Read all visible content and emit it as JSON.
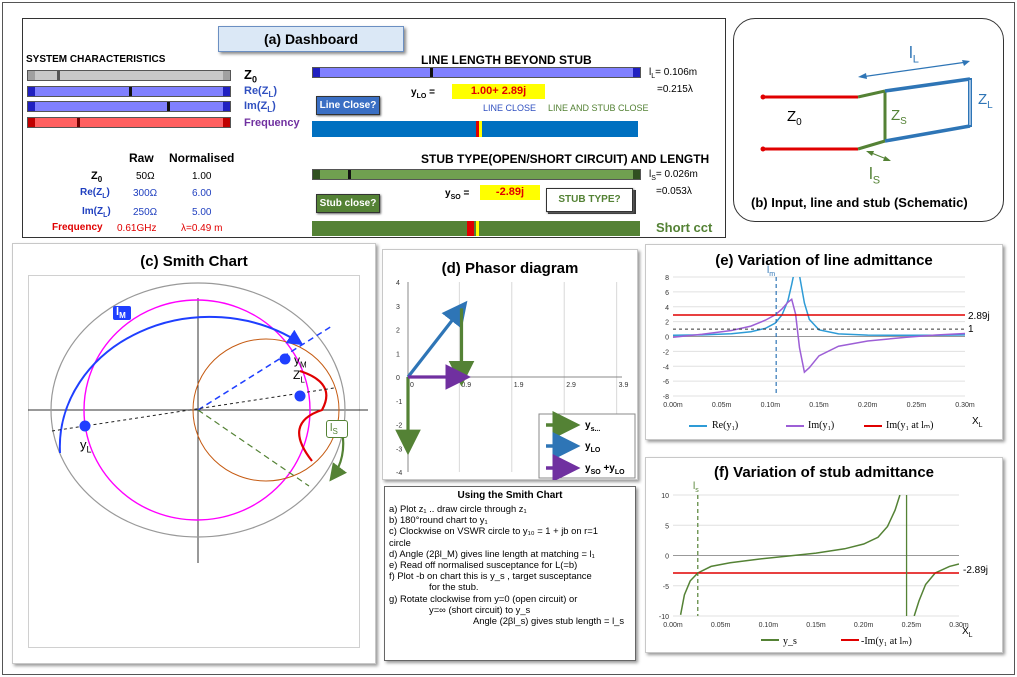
{
  "dashboard": {
    "title": "(a) Dashboard",
    "system_heading": "SYSTEM CHARACTERISTICS",
    "slider_labels": {
      "z0": "Z",
      "z0_sub": "0",
      "rezl": "Re(Z",
      "rezl_sub": "L",
      "imzl": "Im(Z",
      "imzl_sub": "L",
      "close": ")",
      "freq": "Frequency"
    },
    "table": {
      "col_raw": "Raw",
      "col_norm": "Normalised",
      "rows": [
        {
          "name": "Z",
          "sub": "0",
          "tail": "",
          "raw": "50Ω",
          "norm": "1.00",
          "color": "#000000"
        },
        {
          "name": "Re(Z",
          "sub": "L",
          "tail": ")",
          "raw": "300Ω",
          "norm": "6.00",
          "color": "#1f3fbf"
        },
        {
          "name": "Im(Z",
          "sub": "L",
          "tail": ")",
          "raw": "250Ω",
          "norm": "5.00",
          "color": "#1f3fbf"
        },
        {
          "name": "Frequency",
          "sub": "",
          "tail": "",
          "raw": "0.61GHz",
          "norm": "λ=0.49 m",
          "color": "#e00000"
        }
      ]
    },
    "line": {
      "heading": "LINE LENGTH BEYOND STUB",
      "length_label": "l",
      "length_sub": "L",
      "length_value": "= 0.106m",
      "length_lambda": "=0.215λ",
      "ylo_label": "y",
      "ylo_sub": "LO",
      "ylo_eq": "=",
      "ylo_value": "1.00+ 2.89j",
      "button": "Line Close?",
      "status_blue": "LINE CLOSE",
      "status_green": "LINE AND STUB CLOSE"
    },
    "stub": {
      "heading": "STUB TYPE(OPEN/SHORT CIRCUIT) AND LENGTH",
      "length_label": "l",
      "length_sub": "S",
      "length_value": "= 0.026m",
      "length_lambda": "=0.053λ",
      "yso_label": "y",
      "yso_sub": "SO",
      "yso_eq": "=",
      "yso_value": "-2.89j",
      "button": "Stub close?",
      "type_button": "STUB TYPE?",
      "type_value": "Short cct"
    }
  },
  "schematic": {
    "title": "(b) Input, line and stub (Schematic)",
    "z0": "Z",
    "z0_sub": "0",
    "zs": "Z",
    "zs_sub": "S",
    "zl": "Z",
    "zl_sub": "L",
    "ll": "l",
    "ll_sub": "L",
    "ls": "l",
    "ls_sub": "S"
  },
  "smith": {
    "title": "(c) Smith Chart",
    "lm": "l",
    "lm_sub": "M",
    "ym": "y",
    "ym_sub": "M",
    "zl": "Z",
    "zl_sub": "L",
    "yl": "y",
    "yl_sub": "L",
    "ls": "l",
    "ls_sub": "S"
  },
  "phasor": {
    "title": "(d) Phasor diagram",
    "legend": [
      {
        "label": "y",
        "sub": "s...",
        "color": "#548235"
      },
      {
        "label": "y",
        "sub": "LO",
        "color": "#2e75b6"
      },
      {
        "label": "y",
        "sub": "SO",
        "tail": " +y",
        "sub2": "LO",
        "color": "#7030a0"
      }
    ]
  },
  "steps": {
    "title": "Using the Smith Chart",
    "lines": [
      "a) Plot z₁ .. draw circle through z₁",
      "b) 180°round chart to y₁",
      "c) Clockwise on VSWR circle to y₁₀ = 1 + jb on r=1",
      "circle",
      "d) Angle (2βl_M) gives line length at matching = l₁",
      "e) Read off normalised susceptance for L(=b)",
      "f) Plot -b on chart  this is y_s , target susceptance",
      "for the stub.",
      "g) Rotate clockwise from y=0 (open circuit) or",
      "y=∞ (short circuit) to y_s",
      "Angle (2βl_s) gives stub length = l_s"
    ]
  },
  "chart_data": [
    {
      "type": "line",
      "title": "(d) Phasor diagram",
      "xlim": [
        0,
        4
      ],
      "ylim": [
        -4,
        4
      ],
      "x_ticks": [
        "0",
        "0.9",
        "1.9",
        "2.9",
        "3.9"
      ],
      "y_ticks": [
        "4",
        "3",
        "2",
        "1",
        "0",
        "-1",
        "-2",
        "-3",
        "-4"
      ],
      "series": [
        {
          "name": "y_s",
          "from": [
            0,
            0
          ],
          "to": [
            0,
            -2.89
          ],
          "color": "#548235"
        },
        {
          "name": "y_LO",
          "from": [
            0,
            0
          ],
          "to": [
            1.0,
            2.89
          ],
          "color": "#2e75b6"
        },
        {
          "name": "y_LO vertical",
          "from": [
            1.0,
            2.89
          ],
          "to": [
            1.0,
            0
          ],
          "color": "#548235"
        },
        {
          "name": "y_SO + y_LO",
          "from": [
            0,
            0
          ],
          "to": [
            1.0,
            0
          ],
          "color": "#7030a0"
        }
      ]
    },
    {
      "type": "line",
      "title": "(e) Variation of line admittance",
      "xlabel": "X",
      "xlabel_sub": "L",
      "xlim": [
        0,
        0.3
      ],
      "ylim": [
        -8,
        8
      ],
      "x_ticks": [
        "0.00m",
        "0.05m",
        "0.10m",
        "0.15m",
        "0.20m",
        "0.25m",
        "0.30m"
      ],
      "y_ticks": [
        "8",
        "6",
        "4",
        "2",
        "0",
        "-2",
        "-4",
        "-6",
        "-8"
      ],
      "marker_label": "l",
      "marker_sub": "m",
      "marker_x": 0.106,
      "right_labels": [
        "2.89j",
        "1"
      ],
      "legend": [
        "Re(y₁)",
        "Im(y₁)",
        "Im(y₁ at lₘ)"
      ],
      "series": [
        {
          "name": "Re(y₁)",
          "color": "#2e9bd6",
          "x": [
            0,
            0.03,
            0.06,
            0.08,
            0.095,
            0.105,
            0.112,
            0.118,
            0.122,
            0.126,
            0.13,
            0.135,
            0.14,
            0.15,
            0.17,
            0.2,
            0.24,
            0.27,
            0.3
          ],
          "y": [
            0.17,
            0.22,
            0.38,
            0.65,
            1.1,
            1.8,
            2.9,
            4.8,
            7.0,
            9.5,
            8.2,
            4.5,
            2.3,
            0.9,
            0.35,
            0.19,
            0.16,
            0.17,
            0.22
          ]
        },
        {
          "name": "Im(y₁)",
          "color": "#9d5fd6",
          "x": [
            0,
            0.03,
            0.06,
            0.08,
            0.095,
            0.105,
            0.112,
            0.118,
            0.122,
            0.126,
            0.13,
            0.135,
            0.14,
            0.15,
            0.17,
            0.2,
            0.24,
            0.27,
            0.3
          ],
          "y": [
            -0.1,
            0.3,
            0.8,
            1.4,
            2.2,
            2.9,
            3.7,
            4.6,
            5.0,
            3.0,
            -1.5,
            -4.8,
            -4.2,
            -2.6,
            -1.3,
            -0.6,
            -0.1,
            0.2,
            0.4
          ]
        },
        {
          "name": "Im(y₁ at lₘ)",
          "color": "#e00000",
          "x": [
            0,
            0.3
          ],
          "y": [
            2.89,
            2.89
          ]
        },
        {
          "name": "unit reference",
          "color": "#333333",
          "dashed": true,
          "x": [
            0,
            0.3
          ],
          "y": [
            1,
            1
          ]
        }
      ]
    },
    {
      "type": "line",
      "title": "(f) Variation of stub admittance",
      "xlabel": "X",
      "xlabel_sub": "L",
      "xlim": [
        0,
        0.3
      ],
      "ylim": [
        -10,
        10
      ],
      "x_ticks": [
        "0.00m",
        "0.05m",
        "0.10m",
        "0.15m",
        "0.20m",
        "0.25m",
        "0.30m"
      ],
      "y_ticks": [
        "10",
        "5",
        "0",
        "-5",
        "-10"
      ],
      "marker_label": "l",
      "marker_sub": "s",
      "marker_x": 0.026,
      "right_labels": [
        "-2.89j"
      ],
      "legend": [
        "y_s",
        "-Im(y₁ at lₘ)"
      ],
      "series": [
        {
          "name": "y_s",
          "color": "#548235",
          "x": [
            0.008,
            0.012,
            0.018,
            0.026,
            0.04,
            0.06,
            0.09,
            0.12,
            0.15,
            0.18,
            0.2,
            0.215,
            0.225,
            0.233,
            0.238
          ],
          "y": [
            -9.8,
            -6.5,
            -4.2,
            -2.89,
            -1.8,
            -1.2,
            -0.6,
            -0.1,
            0.4,
            1.1,
            1.9,
            3.0,
            4.8,
            7.5,
            10
          ]
        },
        {
          "name": "y_s branch 2",
          "color": "#548235",
          "x": [
            0.253,
            0.258,
            0.265,
            0.275,
            0.29,
            0.3
          ],
          "y": [
            -10,
            -7.5,
            -4.8,
            -2.9,
            -1.8,
            -1.4
          ]
        },
        {
          "name": "-Im(y₁ at lₘ)",
          "color": "#e00000",
          "x": [
            0,
            0.3
          ],
          "y": [
            -2.89,
            -2.89
          ]
        }
      ]
    }
  ]
}
